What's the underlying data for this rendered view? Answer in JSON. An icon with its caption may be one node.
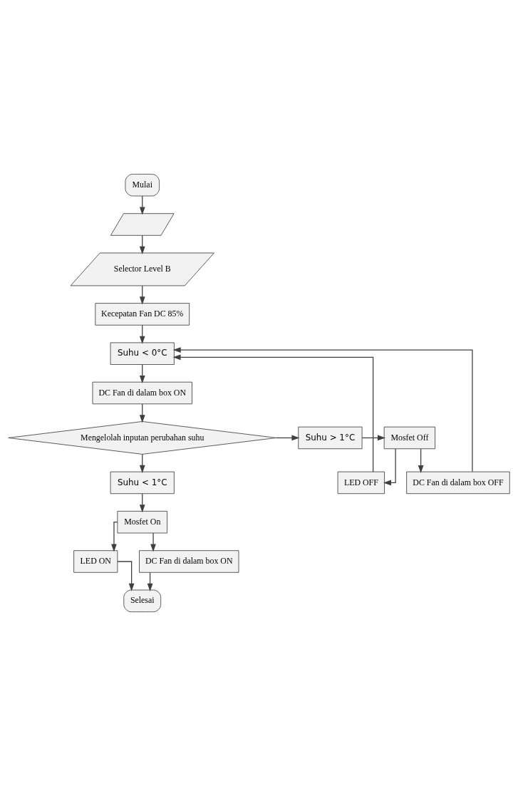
{
  "diagram": {
    "nodes": [
      {
        "text": [
          "Mulai"
        ]
      },
      {
        "text": [],
        "shape": "parallelogram"
      },
      {
        "text": [
          "Selector Level B"
        ]
      },
      {
        "text": [
          "Kecepatan Fan DC 85%"
        ]
      },
      {
        "text": [
          "Suhu < 0°C"
        ]
      },
      {
        "text": [
          "DC Fan di dalam box ON"
        ]
      },
      {
        "text": [
          "Mengelolah inputan perubahan suhu"
        ]
      },
      {
        "text": [
          "Suhu > 1°C"
        ]
      },
      {
        "text": [
          "Mosfet Off"
        ]
      },
      {
        "text": [
          "LED OFF"
        ]
      },
      {
        "text": [
          "DC Fan di dalam box OFF"
        ]
      },
      {
        "text": [
          "Suhu < 1°C"
        ]
      },
      {
        "text": [
          "Mosfet On"
        ]
      },
      {
        "text": [
          "LED ON"
        ]
      },
      {
        "text": [
          "DC Fan di dalam box ON"
        ]
      },
      {
        "text": [
          "Selesai"
        ]
      }
    ],
    "edges": [
      {
        "from": 0,
        "to": 1,
        "arrow": "to"
      },
      {
        "from": 1,
        "to": 2,
        "arrow": "to"
      },
      {
        "from": 2,
        "to": 3,
        "arrow": "to"
      },
      {
        "from": 3,
        "to": 4,
        "arrow": "to"
      },
      {
        "from": 4,
        "to": 5,
        "arrow": "to"
      },
      {
        "from": 5,
        "to": 6,
        "arrow": "to"
      },
      {
        "from": 6,
        "to": 7,
        "arrow": "to"
      },
      {
        "from": 7,
        "to": 8,
        "arrow": "to"
      },
      {
        "from": 8,
        "to": 9,
        "arrow": "to"
      },
      {
        "from": 8,
        "to": 10,
        "arrow": "to"
      },
      {
        "from": 9,
        "to": 4,
        "arrow": "to"
      },
      {
        "from": 10,
        "to": 4,
        "arrow": "to"
      },
      {
        "from": 6,
        "to": 11,
        "arrow": "to"
      },
      {
        "from": 11,
        "to": 12,
        "arrow": "to"
      },
      {
        "from": 12,
        "to": 13,
        "arrow": "to"
      },
      {
        "from": 12,
        "to": 14,
        "arrow": "to"
      },
      {
        "from": 13,
        "to": 15,
        "arrow": "to"
      },
      {
        "from": 14,
        "to": 15,
        "arrow": "to"
      }
    ]
  }
}
